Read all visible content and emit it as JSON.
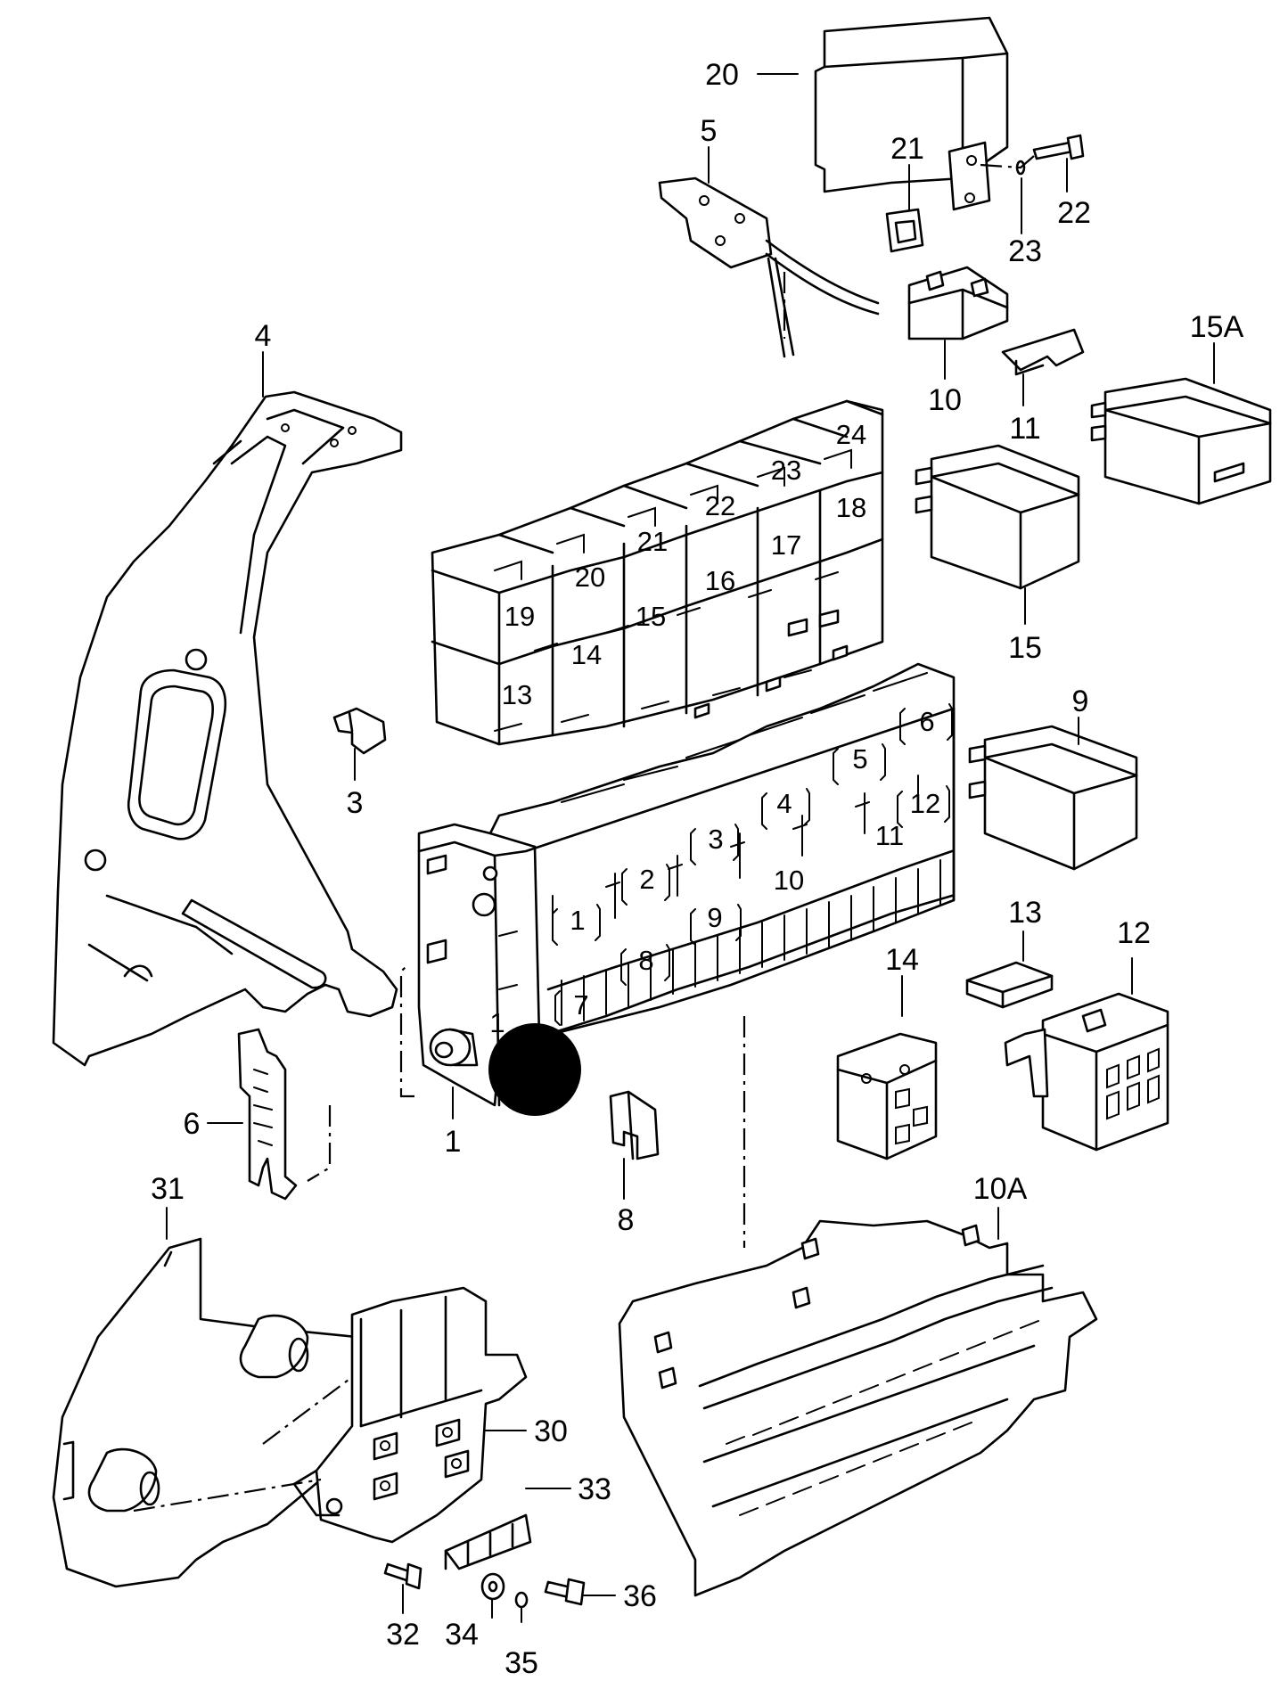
{
  "callouts": [
    {
      "id": "c20",
      "text": "20"
    },
    {
      "id": "c5",
      "text": "5"
    },
    {
      "id": "c21",
      "text": "21"
    },
    {
      "id": "c22",
      "text": "22"
    },
    {
      "id": "c23",
      "text": "23"
    },
    {
      "id": "c4",
      "text": "4"
    },
    {
      "id": "c10",
      "text": "10"
    },
    {
      "id": "c11",
      "text": "11"
    },
    {
      "id": "c15A",
      "text": "15A"
    },
    {
      "id": "c15",
      "text": "15"
    },
    {
      "id": "c3",
      "text": "3"
    },
    {
      "id": "c9",
      "text": "9"
    },
    {
      "id": "c13",
      "text": "13"
    },
    {
      "id": "c12",
      "text": "12"
    },
    {
      "id": "c14",
      "text": "14"
    },
    {
      "id": "c6",
      "text": "6"
    },
    {
      "id": "c1",
      "text": "1"
    },
    {
      "id": "c8",
      "text": "8"
    },
    {
      "id": "c31",
      "text": "31"
    },
    {
      "id": "c10A",
      "text": "10A"
    },
    {
      "id": "c30",
      "text": "30"
    },
    {
      "id": "c33",
      "text": "33"
    },
    {
      "id": "c32",
      "text": "32"
    },
    {
      "id": "c34",
      "text": "34"
    },
    {
      "id": "c35",
      "text": "35"
    },
    {
      "id": "c36",
      "text": "36"
    }
  ],
  "relay_slots": [
    {
      "id": "r24",
      "text": "24"
    },
    {
      "id": "r23",
      "text": "23"
    },
    {
      "id": "r22",
      "text": "22"
    },
    {
      "id": "r21",
      "text": "21"
    },
    {
      "id": "r20",
      "text": "20"
    },
    {
      "id": "r19",
      "text": "19"
    },
    {
      "id": "r18",
      "text": "18"
    },
    {
      "id": "r17",
      "text": "17"
    },
    {
      "id": "r16",
      "text": "16"
    },
    {
      "id": "r15",
      "text": "15"
    },
    {
      "id": "r14",
      "text": "14"
    },
    {
      "id": "r13",
      "text": "13"
    }
  ],
  "lower_slots": [
    {
      "id": "s6",
      "text": "6"
    },
    {
      "id": "s5",
      "text": "5"
    },
    {
      "id": "s12",
      "text": "12"
    },
    {
      "id": "s4",
      "text": "4"
    },
    {
      "id": "s11",
      "text": "11"
    },
    {
      "id": "s3",
      "text": "3"
    },
    {
      "id": "s10",
      "text": "10"
    },
    {
      "id": "s2",
      "text": "2"
    },
    {
      "id": "s9",
      "text": "9"
    },
    {
      "id": "s1",
      "text": "1"
    },
    {
      "id": "s8",
      "text": "8"
    },
    {
      "id": "s7",
      "text": "7"
    },
    {
      "id": "s1b",
      "text": "1"
    }
  ]
}
